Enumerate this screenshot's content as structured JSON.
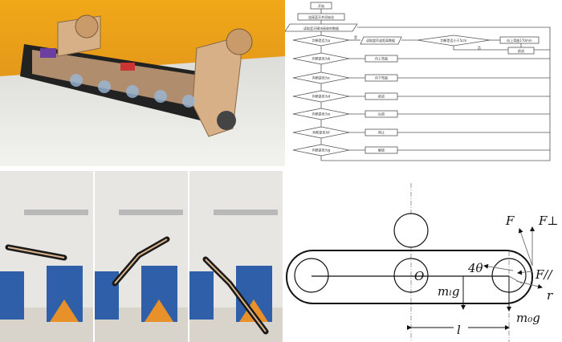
{
  "panels": {
    "robot_photo": {
      "alt_icon": "tracked-robot-photo"
    },
    "climb_photos": {
      "ruler_text": "",
      "frames": 3
    },
    "flowchart": {
      "start": "开始",
      "init": "连接蓝牙并初始化",
      "read": "读取蓝牙模块接收的数据",
      "decisions": [
        "判断是否为a",
        "判断是否为b",
        "判断是否为c",
        "判断是否为d",
        "判断是否为e",
        "判断是否为f",
        "判断是否为g"
      ],
      "actions": [
        "向上弯曲",
        "向下弯曲",
        "前进",
        "后退",
        "停止",
        "解锁"
      ],
      "ultrasonic_read": "读取超声波距离数据",
      "distance_check": "判断是否小于5cm",
      "bend_up_action": "向上弯曲170mm",
      "forward_action": "前进",
      "yes": "是",
      "no": "否"
    },
    "force_diagram": {
      "labels": {
        "F": "F",
        "F_perp": "F⊥",
        "F_par": "F//",
        "r": "r",
        "angle": "4θ",
        "O": "O",
        "mlg": "mₗg",
        "m0g": "m₀g",
        "l": "l"
      }
    }
  },
  "colors": {
    "orange_bg": "#e8a21c",
    "wood": "#d9b38a",
    "track": "#1a1a1a",
    "box_blue": "#2f5fa8"
  }
}
